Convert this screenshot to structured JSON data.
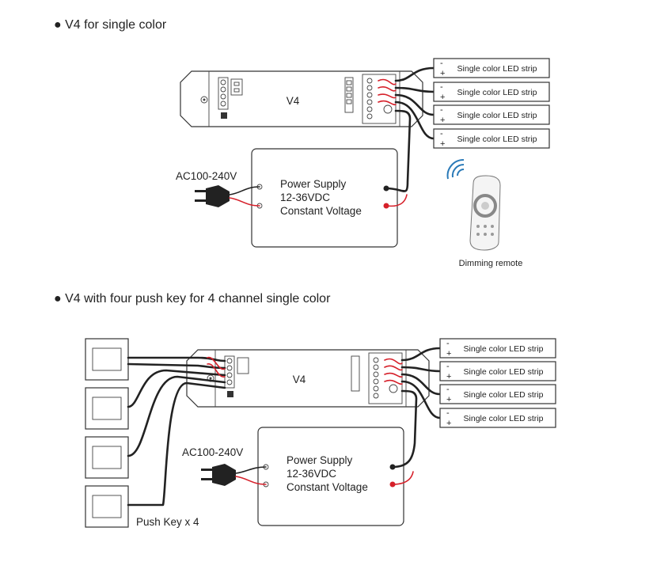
{
  "section1": {
    "heading": "● V4 for single color",
    "controller_label": "V4",
    "ac_label": "AC100-240V",
    "psu": {
      "line1": "Power Supply",
      "line2": "12-36VDC",
      "line3": "Constant Voltage"
    },
    "strips": [
      "Single color LED strip",
      "Single color LED strip",
      "Single color LED strip",
      "Single color LED strip"
    ],
    "remote_caption": "Dimming remote"
  },
  "section2": {
    "heading": "● V4 with four push key for 4 channel single color",
    "controller_label": "V4",
    "ac_label": "AC100-240V",
    "psu": {
      "line1": "Power Supply",
      "line2": "12-36VDC",
      "line3": "Constant Voltage"
    },
    "strips": [
      "Single color LED strip",
      "Single color LED strip",
      "Single color LED strip",
      "Single color LED strip"
    ],
    "push_key_caption": "Push Key x 4"
  },
  "colors": {
    "wire": "#222222",
    "positive_wire": "#d6202a",
    "outline": "#333333"
  },
  "icons": [
    "power-plug-icon",
    "remote-control-icon",
    "wireless-signal-icon",
    "terminal-block-icon",
    "push-key-icon"
  ]
}
